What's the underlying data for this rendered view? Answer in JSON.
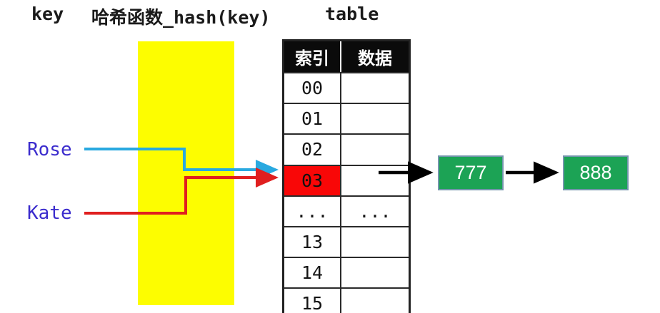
{
  "captions": {
    "key": "key",
    "hash_function": "哈希函数_hash(key)",
    "table": "table"
  },
  "keys": {
    "rose": "Rose",
    "kate": "Kate"
  },
  "hash_table": {
    "headers": {
      "index": "索引",
      "data": "数据"
    },
    "rows": [
      {
        "index": "00",
        "data": ""
      },
      {
        "index": "01",
        "data": ""
      },
      {
        "index": "02",
        "data": ""
      },
      {
        "index": "03",
        "data": "",
        "highlighted": true
      },
      {
        "index": "...",
        "data": "..."
      },
      {
        "index": "13",
        "data": ""
      },
      {
        "index": "14",
        "data": ""
      },
      {
        "index": "15",
        "data": ""
      }
    ]
  },
  "chain": {
    "nodes": [
      {
        "value": "777"
      },
      {
        "value": "888"
      }
    ]
  },
  "colors": {
    "hash_box": "#fdfd00",
    "highlight_cell": "#f90707",
    "rose_arrow": "#29a9e0",
    "kate_arrow": "#e01f1f",
    "chain_arrow": "#000000",
    "node_fill": "#1ca355",
    "node_border": "#7395ac",
    "key_label_text": "#3b2ccd",
    "table_header_bg": "#0b0b0b"
  }
}
